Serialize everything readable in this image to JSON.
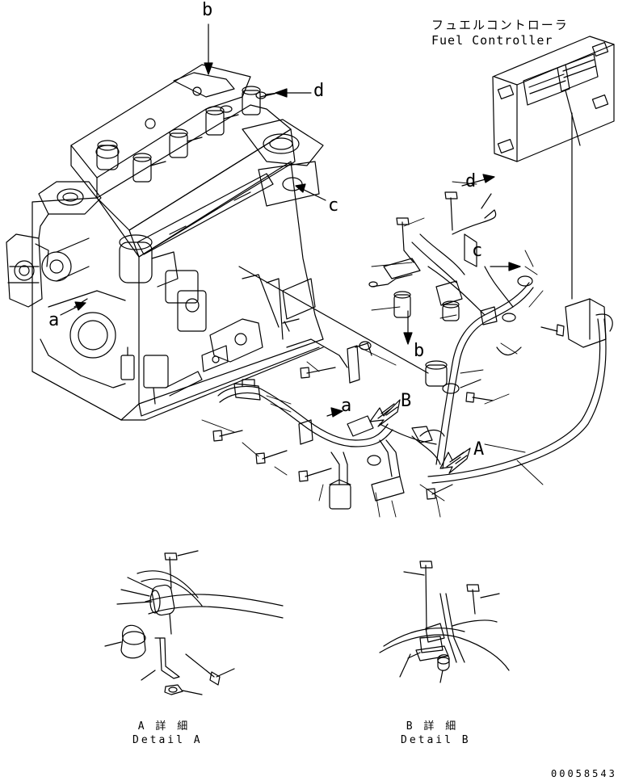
{
  "callouts": {
    "b_top": "b",
    "d_top": "d",
    "c_engine": "c",
    "a_engine": "a",
    "d_harness": "d",
    "c_harness": "c",
    "b_harness": "b",
    "a_harness": "a",
    "B_arrow": "B",
    "A_arrow": "A"
  },
  "fuel_controller": {
    "label_jp": "フュエルコントローラ",
    "label_en": "Fuel Controller"
  },
  "detail_a": {
    "label_jp": "A 詳 細",
    "label_en": "Detail A"
  },
  "detail_b": {
    "label_jp": "B 詳 細",
    "label_en": "Detail B"
  },
  "drawing_code": "00058543"
}
